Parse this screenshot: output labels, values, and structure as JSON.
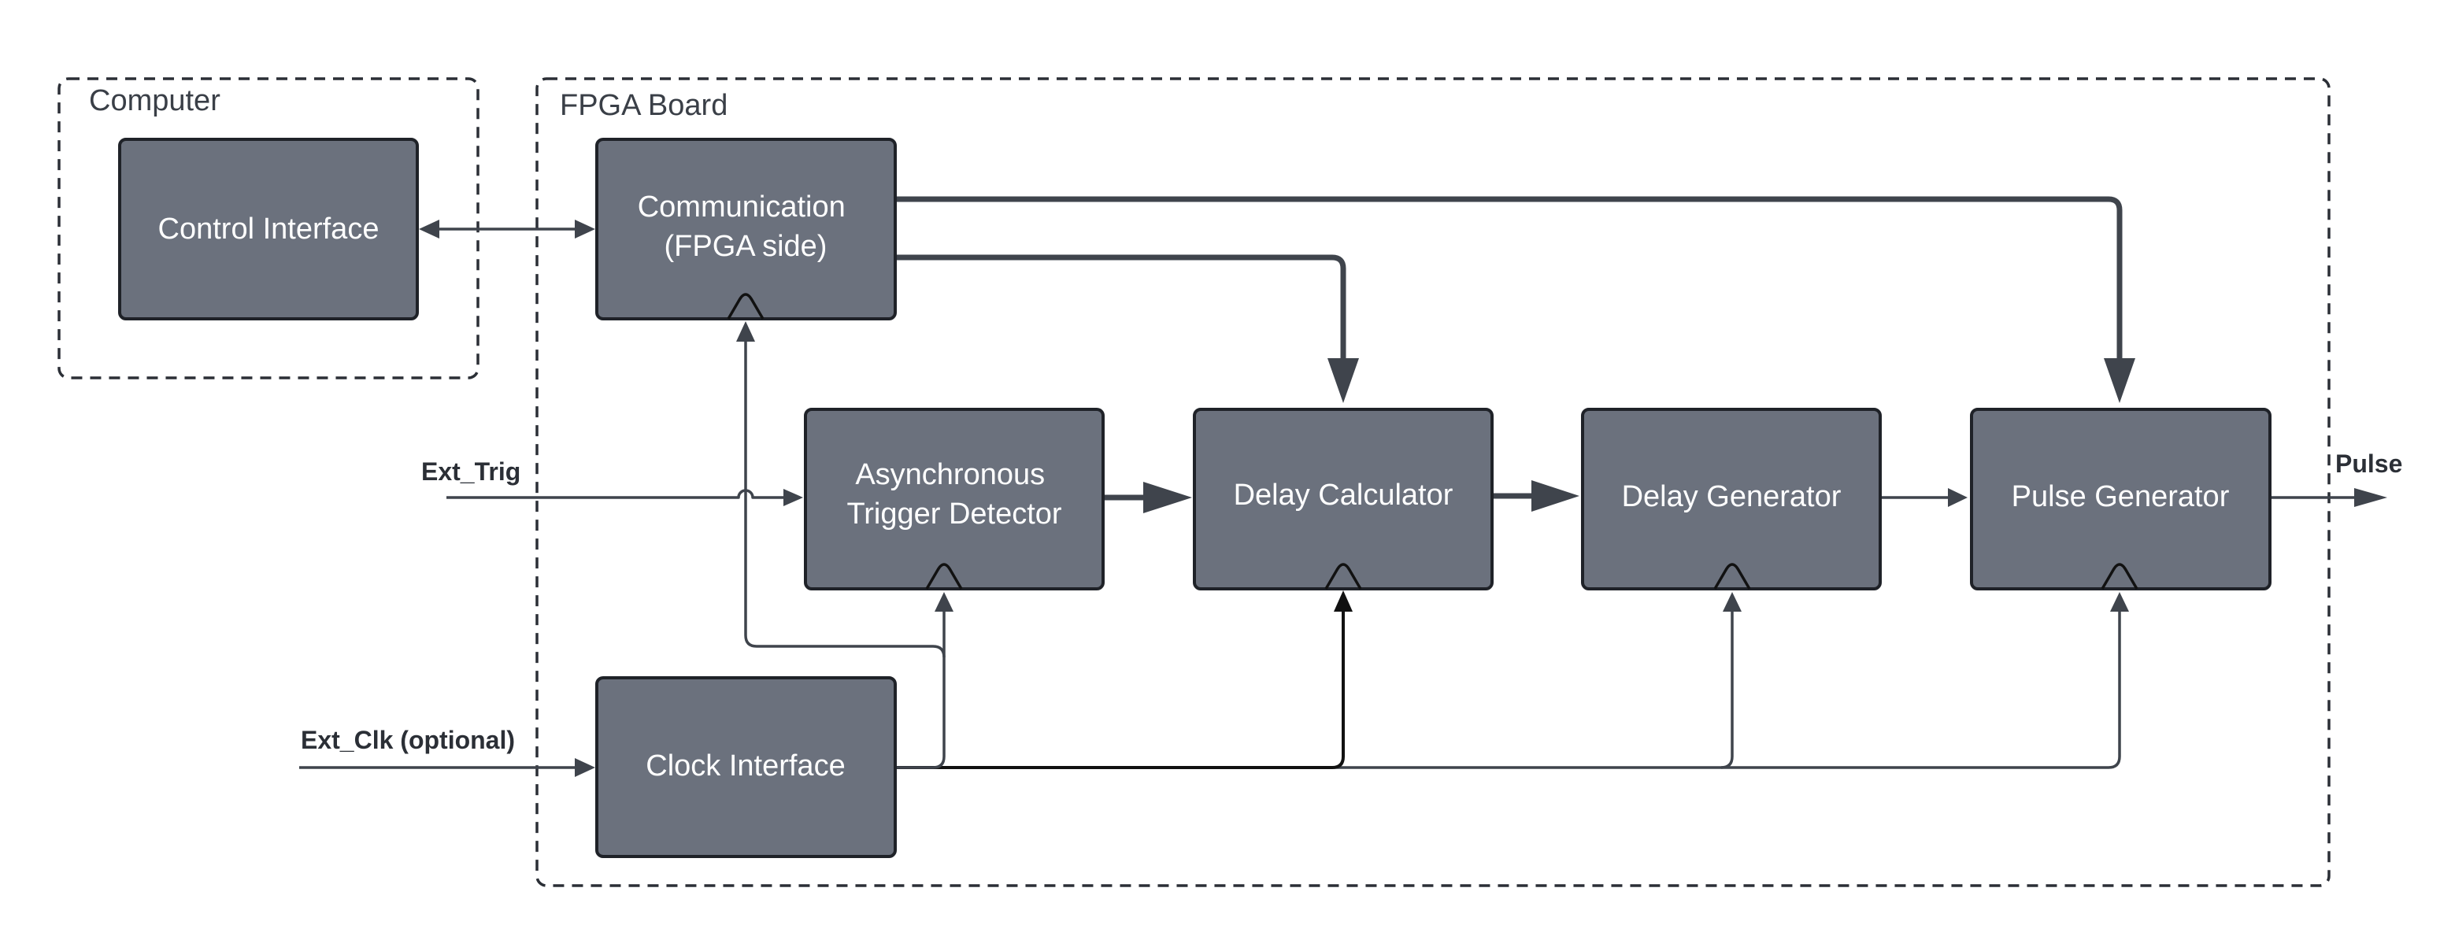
{
  "groups": {
    "computer": "Computer",
    "fpga": "FPGA Board"
  },
  "blocks": {
    "control_interface": [
      "Control Interface"
    ],
    "communication": [
      "Communication",
      "(FPGA side)"
    ],
    "async_trigger": [
      "Asynchronous",
      "Trigger Detector"
    ],
    "delay_calculator": [
      "Delay Calculator"
    ],
    "delay_generator": [
      "Delay Generator"
    ],
    "pulse_generator": [
      "Pulse Generator"
    ],
    "clock_interface": [
      "Clock Interface"
    ]
  },
  "signals": {
    "ext_trig": "Ext_Trig",
    "ext_clk": "Ext_Clk (optional)",
    "pulse": "Pulse"
  },
  "colors": {
    "block_fill": "#6b717d",
    "line": "#3f444c"
  }
}
